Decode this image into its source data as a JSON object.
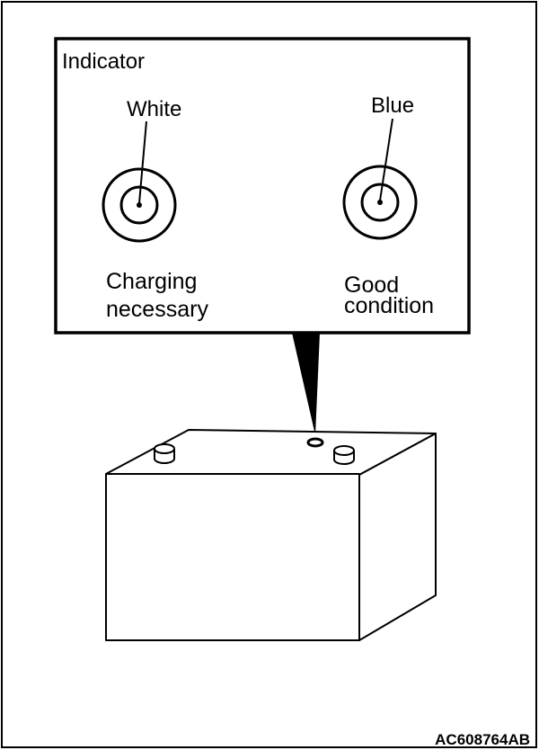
{
  "diagram": {
    "panel_title": "Indicator",
    "indicators": [
      {
        "color_label": "White",
        "state_line1": "Charging",
        "state_line2": "necessary"
      },
      {
        "color_label": "Blue",
        "state_line1": "Good",
        "state_line2": "condition"
      }
    ],
    "figure_code": "AC608764AB"
  },
  "style": {
    "line_color": "#000000",
    "background": "#ffffff"
  }
}
